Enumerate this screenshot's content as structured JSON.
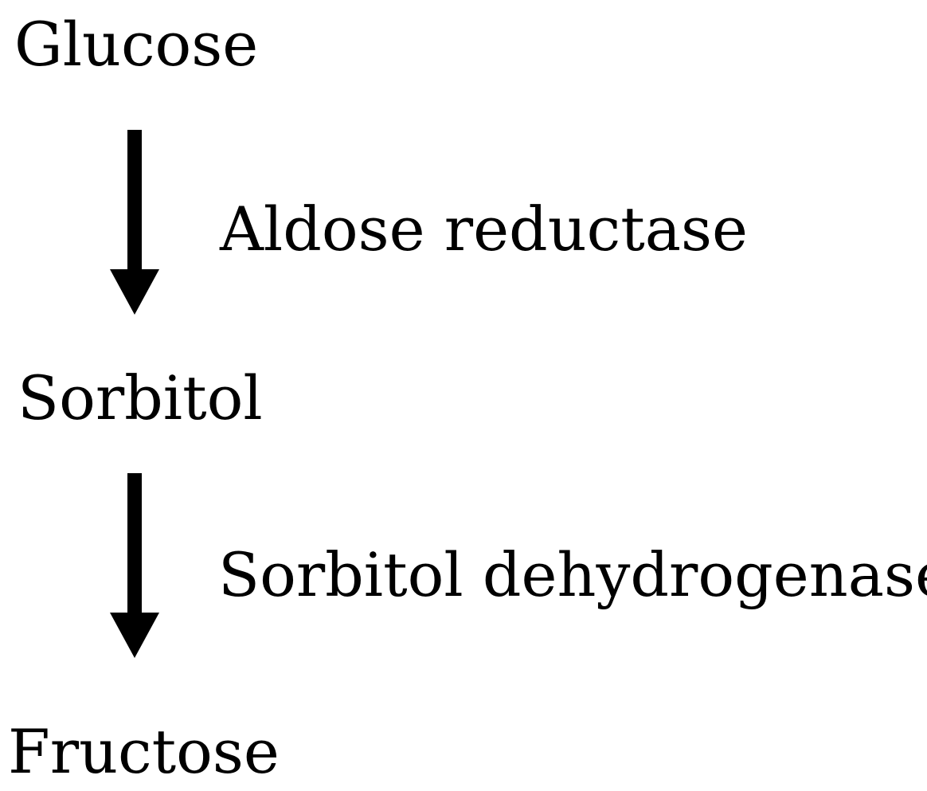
{
  "pathway": {
    "steps": [
      {
        "substrate": "Glucose",
        "enzyme": "Aldose reductase",
        "product": "Sorbitol"
      },
      {
        "substrate": "Sorbitol",
        "enzyme": "Sorbitol dehydrogenase",
        "product": "Fructose"
      }
    ],
    "compounds": [
      "Glucose",
      "Sorbitol",
      "Fructose"
    ],
    "enzymes": [
      "Aldose reductase",
      "Sorbitol dehydrogenase"
    ],
    "arrow_icon": "down-arrow-icon",
    "arrow_color": "#000000"
  }
}
